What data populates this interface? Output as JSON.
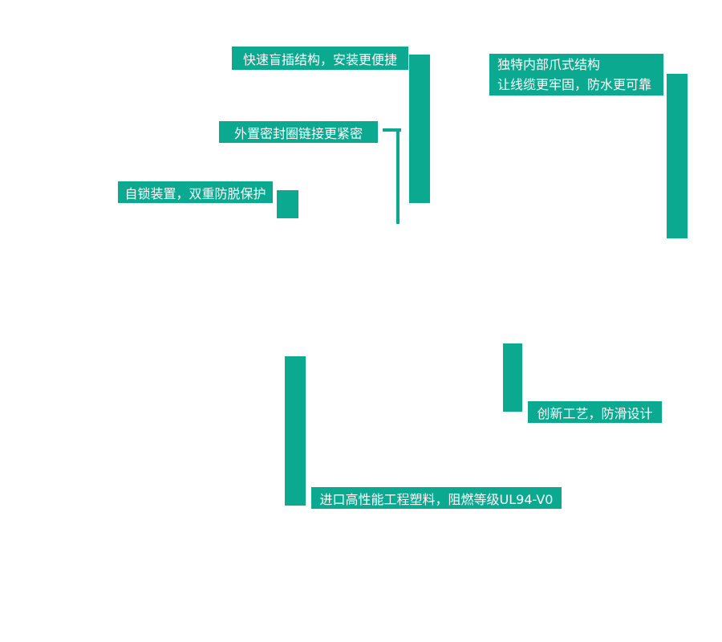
{
  "theme": {
    "accent_color": "#0baa90",
    "label_text_color": "#ffffff",
    "background_color": "#ffffff"
  },
  "callouts": {
    "quick_insert": {
      "text": "快速盲插结构，安装更便捷"
    },
    "claw_structure": {
      "line1": "独特内部爪式结构",
      "line2": "让线缆更牢固，防水更可靠"
    },
    "seal_ring": {
      "text": "外置密封圈链接更紧密"
    },
    "self_lock": {
      "text": "自锁装置，双重防脱保护"
    },
    "anti_slip": {
      "text": "创新工艺，防滑设计"
    },
    "material": {
      "text": "进口高性能工程塑料，阻燃等级UL94-V0"
    }
  }
}
